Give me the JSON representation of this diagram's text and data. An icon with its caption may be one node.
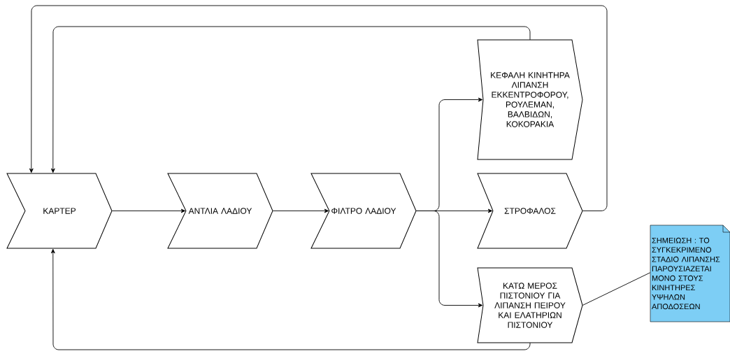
{
  "diagram": {
    "nodes": [
      {
        "text": [
          "ΚΑΡΤΕΡ"
        ]
      },
      {
        "text": [
          "ΑΝΤΛΙΑ ΛΑΔΙΟΥ"
        ]
      },
      {
        "text": [
          "ΦΙΛΤΡΟ ΛΑΔΙΟΥ"
        ]
      },
      {
        "text": [
          "ΚΕΦΑΛΗ ΚΙΝΗΤΗΡΑ ΛΙΠΑΝΣΗ ΕΚΚΕΝΤΡΟΦΟΡΟΥ, ΡΟΥΛΕΜΑΝ, ΒΑΛΒΙΔΩΝ, ΚΟΚΟΡΑΚΙΑ"
        ]
      },
      {
        "text": [
          "ΣΤΡΟΦΑΛΟΣ"
        ]
      },
      {
        "text": [
          "ΚΑΤΩ ΜΕΡΟΣ ΠΙΣΤΟΝΙΟΥ ΓΙΑ ΛΙΠΑΝΣΗ ΠΕΙΡΟΥ ΚΑΙ ΕΛΑΤΗΡΙΩΝ ΠΙΣΤΟΝΙΟΥ"
        ]
      },
      {
        "text": [
          "ΣΗΜΕΙΩΣΗ : ΤΟ ΣΥΓΚΕΚΡΙΜΕΝΟ ΣΤΑΔΙΟ ΛΙΠΑΝΣΗΣ ΠΑΡΟΥΣΙΑΖΕΤΑΙ ΜΟΝΟ ΣΤΟΥΣ ΚΙΝΗΤΗΡΕΣ ΥΨΗΛΩΝ ΑΠΟΔΟΣΕΩΝ"
        ]
      }
    ],
    "edges": [
      {
        "from": 0,
        "to": 1,
        "arrow": "to"
      },
      {
        "from": 1,
        "to": 2,
        "arrow": "to"
      },
      {
        "from": 2,
        "to": 3,
        "arrow": "to"
      },
      {
        "from": 2,
        "to": 4,
        "arrow": "to"
      },
      {
        "from": 2,
        "to": 5,
        "arrow": "to"
      },
      {
        "from": 3,
        "to": 0,
        "arrow": "to"
      },
      {
        "from": 4,
        "to": 0,
        "arrow": "to"
      },
      {
        "from": 5,
        "to": 0,
        "arrow": "to"
      },
      {
        "from": 5,
        "to": 6,
        "arrow": "none"
      }
    ]
  }
}
